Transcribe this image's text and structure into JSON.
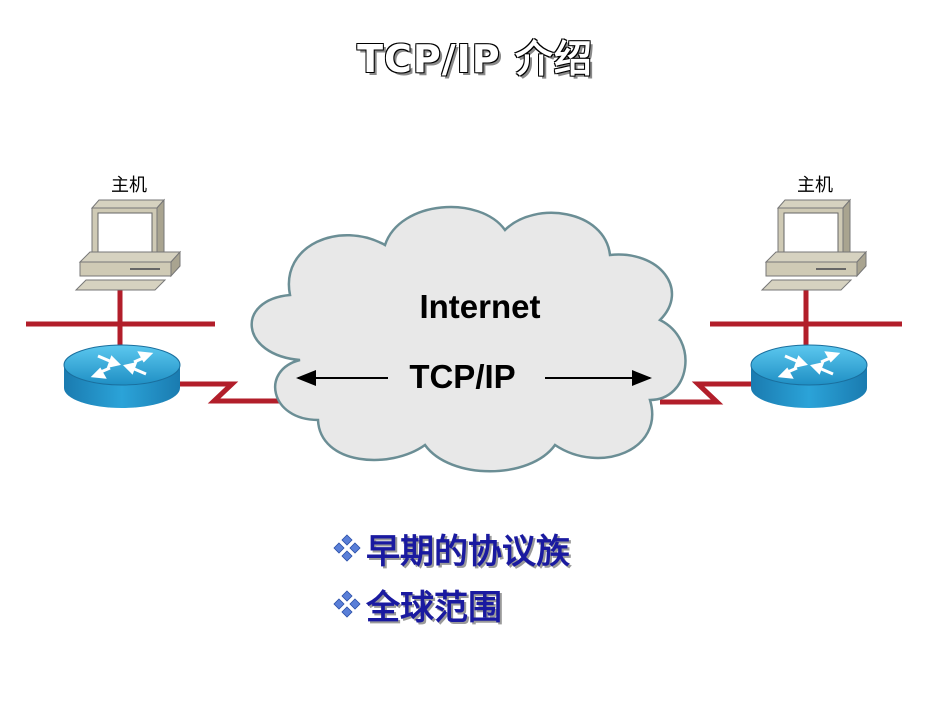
{
  "title": "TCP/IP 介绍",
  "hosts": [
    {
      "label": "主机"
    },
    {
      "label": "主机"
    }
  ],
  "cloud": {
    "name": "Internet",
    "protocol": "TCP/IP"
  },
  "bullets": [
    {
      "text": "早期的协议族"
    },
    {
      "text": "全球范围"
    }
  ],
  "colors": {
    "link": "#b21e2a",
    "router": "#2aa6d6",
    "cloud_fill": "#e8e8e8",
    "cloud_stroke": "#6b8e95",
    "bullet_text": "#1a1aa0",
    "bullet_mark": "#5a7fd8"
  }
}
